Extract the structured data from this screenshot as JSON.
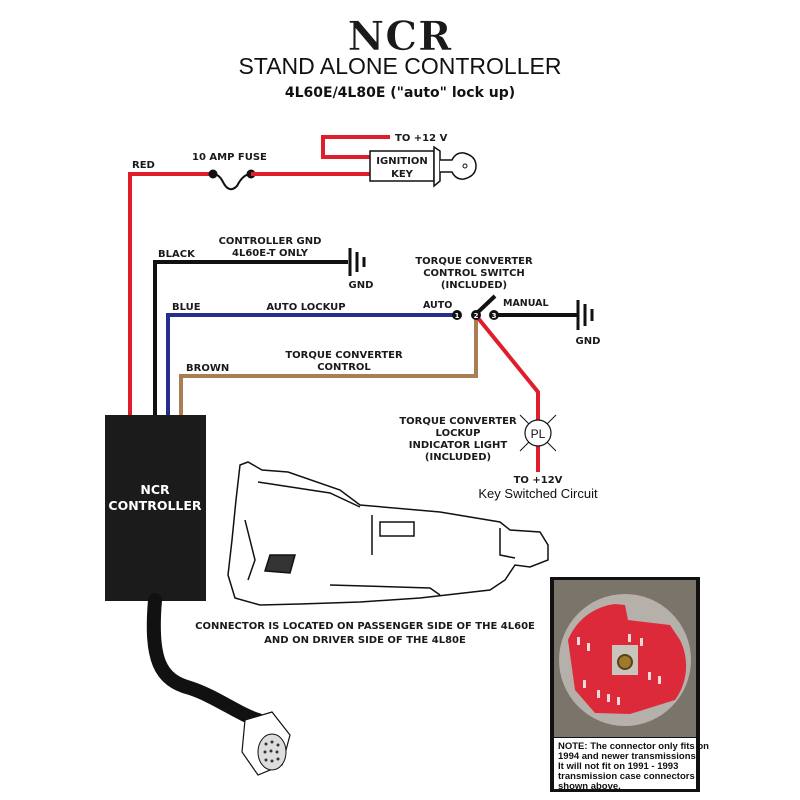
{
  "header": {
    "brand": "NCR",
    "title": "STAND ALONE CONTROLLER",
    "subtitle": "4L60E/4L80E (\"auto\" lock up)"
  },
  "colors": {
    "red_wire": "#e01e2b",
    "black_wire": "#111111",
    "blue_wire": "#26308c",
    "brown_wire": "#a87e52",
    "controller": "#1b1b1b"
  },
  "wires": {
    "red": "RED",
    "black": "BLACK",
    "blue": "BLUE",
    "brown": "BROWN"
  },
  "labels": {
    "fuse": "10 AMP FUSE",
    "to_12v_top": "TO  +12 V",
    "ignition_line1": "IGNITION",
    "ignition_line2": "KEY",
    "controller_gnd_line1": "CONTROLLER GND",
    "controller_gnd_line2": "4L60E-T ONLY",
    "gnd_1": "GND",
    "gnd_2": "GND",
    "auto_lockup": "AUTO LOCKUP",
    "tc_control_line1": "TORQUE CONVERTER",
    "tc_control_line2": "CONTROL",
    "switch_line1": "TORQUE CONVERTER",
    "switch_line2": "CONTROL SWITCH",
    "switch_line3": "(INCLUDED)",
    "auto": "AUTO",
    "manual": "MANUAL",
    "pin1": "1",
    "pin2": "2",
    "pin3": "3",
    "light_line1": "TORQUE CONVERTER",
    "light_line2": "LOCKUP",
    "light_line3": "INDICATOR LIGHT",
    "light_line4": "(INCLUDED)",
    "light_symbol": "PL",
    "to_12v_bottom": "TO  +12V",
    "key_switched": "Key Switched Circuit",
    "controller_line1": "NCR",
    "controller_line2": "CONTROLLER",
    "connector_note_line1": "CONNECTOR IS LOCATED ON PASSENGER SIDE OF THE 4L60E",
    "connector_note_line2": "AND ON DRIVER SIDE OF THE 4L80E"
  },
  "photo_note": {
    "line1": "NOTE: The connector only fits on",
    "line2": "1994 and newer transmissions!",
    "line3": "It will not fit on 1991 - 1993",
    "line4": "transmission case connectors",
    "line5": "shown above."
  }
}
